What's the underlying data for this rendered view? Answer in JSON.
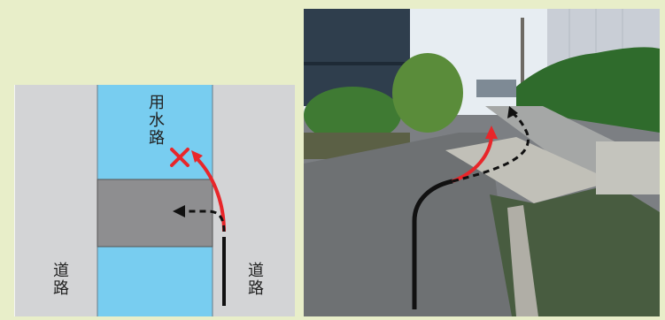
{
  "diagram": {
    "canal_label": "用水路",
    "road_left_label": "道路",
    "road_right_label": "道路"
  },
  "colors": {
    "background": "#e8eec9",
    "road": "#d3d4d6",
    "canal": "#78cdf0",
    "bridge": "#8e8e90",
    "red_path": "#e8262a",
    "black_path": "#111111"
  },
  "icons": {
    "cross": "cross-mark-icon",
    "dashed_arrow": "dashed-arrow-icon"
  }
}
